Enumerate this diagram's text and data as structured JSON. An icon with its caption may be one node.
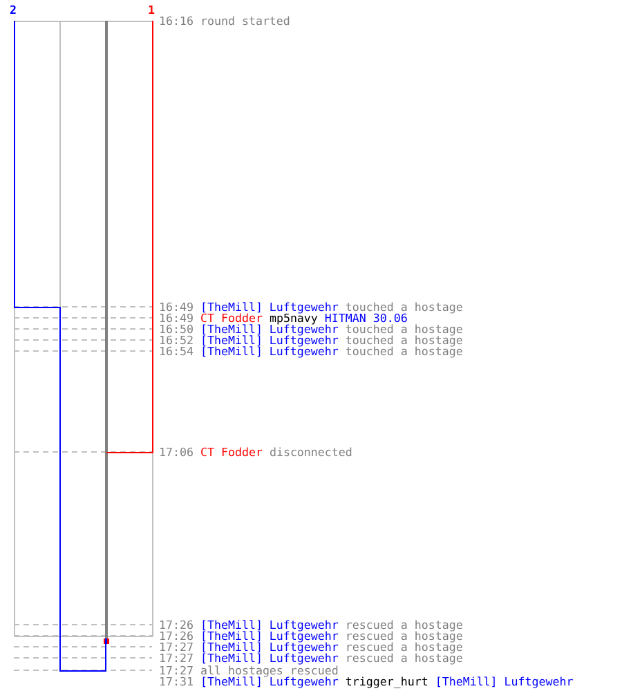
{
  "diagram": {
    "labels": [
      "2",
      "1",
      "16:16",
      "round started",
      "16:49",
      "[TheMill] Luftgewehr",
      "touched a hostage",
      "16:49",
      "CT Fodder",
      "mp5navy",
      "HITMAN 30.06",
      "16:50",
      "[TheMill] Luftgewehr",
      "touched a hostage",
      "16:52",
      "[TheMill] Luftgewehr",
      "touched a hostage",
      "16:54",
      "[TheMill] Luftgewehr",
      "touched a hostage",
      "17:06",
      "CT Fodder",
      "disconnected",
      "17:26",
      "[TheMill] Luftgewehr",
      "rescued a hostage",
      "17:26",
      "[TheMill] Luftgewehr",
      "rescued a hostage",
      "17:27",
      "[TheMill] Luftgewehr",
      "rescued a hostage",
      "17:27",
      "[TheMill] Luftgewehr",
      "rescued a hostage",
      "17:27",
      "all hostages rescued",
      "17:31",
      "[TheMill] Luftgewehr",
      "trigger_hurt",
      "[TheMill] Luftgewehr"
    ]
  }
}
